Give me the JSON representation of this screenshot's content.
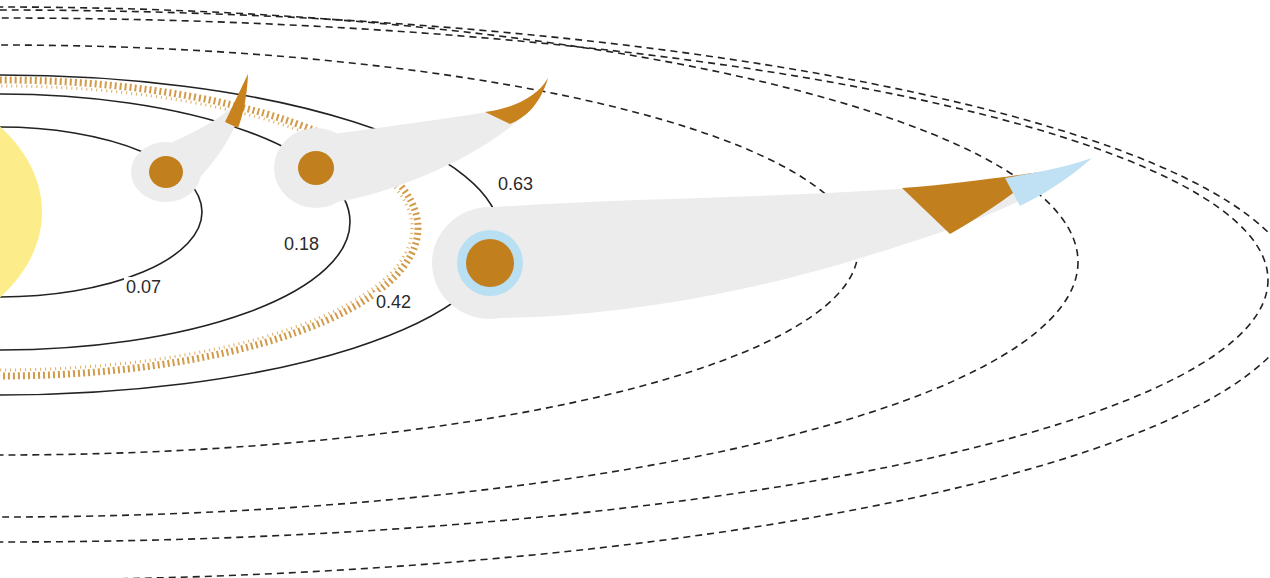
{
  "diagram": {
    "labels": [
      "0.07",
      "0.18",
      "0.42",
      "0.63"
    ]
  }
}
